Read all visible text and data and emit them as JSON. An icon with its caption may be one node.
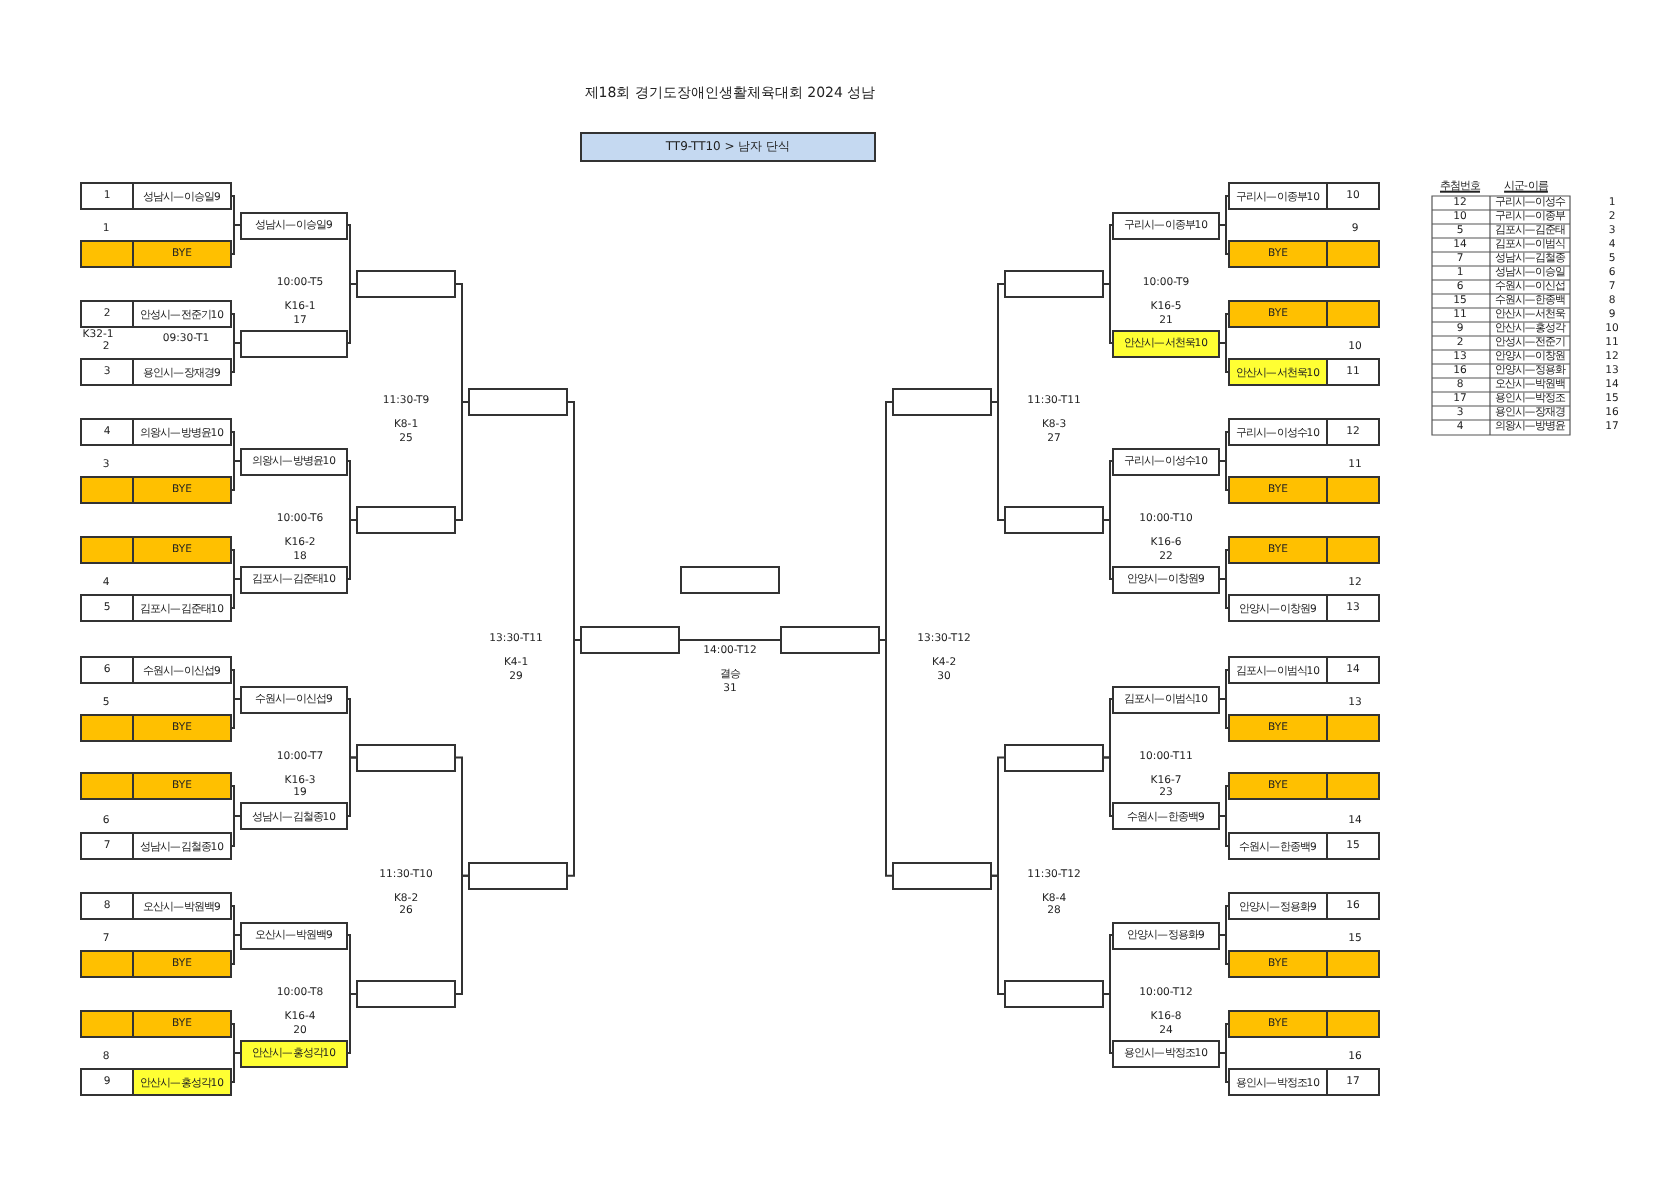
{
  "diagram": {
    "title": "제18회 경기도장애인생활체육대회 2024 성남",
    "nodes": [
      {
        "text": [
          "TT9-TT10 > 남자 단식"
        ]
      },
      {
        "text": [
          "1",
          "성남시—이승일9"
        ]
      },
      {
        "text": [
          "BYE"
        ],
        "beside": [
          "1"
        ]
      },
      {
        "text": [
          "2",
          "안성시—전준기10"
        ]
      },
      {
        "text": [
          "3",
          "용인시—장재경9"
        ],
        "beside": [
          "2"
        ]
      },
      {
        "text": [
          "4",
          "의왕시—방병윤10"
        ]
      },
      {
        "text": [
          "BYE"
        ],
        "beside": [
          "3"
        ]
      },
      {
        "text": [
          "BYE"
        ]
      },
      {
        "text": [
          "5",
          "김포시—김준태10"
        ],
        "beside": [
          "4"
        ]
      },
      {
        "text": [
          "6",
          "수원시—이신섭9"
        ]
      },
      {
        "text": [
          "BYE"
        ],
        "beside": [
          "5"
        ]
      },
      {
        "text": [
          "BYE"
        ]
      },
      {
        "text": [
          "7",
          "성남시—김철종10"
        ],
        "beside": [
          "6"
        ]
      },
      {
        "text": [
          "8",
          "오산시—박원백9"
        ]
      },
      {
        "text": [
          "BYE"
        ],
        "beside": [
          "7"
        ]
      },
      {
        "text": [
          "BYE"
        ]
      },
      {
        "text": [
          "9",
          "안산시—홍성각10"
        ],
        "beside": [
          "8"
        ]
      },
      {
        "text": [
          "성남시—이승일9"
        ]
      },
      {
        "text": [],
        "shape": "box"
      },
      {
        "text": [
          "의왕시—방병윤10"
        ]
      },
      {
        "text": [
          "김포시—김준태10"
        ]
      },
      {
        "text": [
          "수원시—이신섭9"
        ]
      },
      {
        "text": [
          "성남시—김철종10"
        ]
      },
      {
        "text": [
          "오산시—박원백9"
        ]
      },
      {
        "text": [
          "안산시—홍성각10"
        ]
      },
      {
        "text": [],
        "shape": "box"
      },
      {
        "text": [],
        "shape": "box"
      },
      {
        "text": [],
        "shape": "box"
      },
      {
        "text": [],
        "shape": "box"
      },
      {
        "text": [],
        "shape": "box"
      },
      {
        "text": [],
        "shape": "box"
      },
      {
        "text": [],
        "shape": "box"
      },
      {
        "text": [],
        "shape": "box"
      },
      {
        "text": [],
        "shape": "box"
      },
      {
        "text": [],
        "shape": "box"
      },
      {
        "text": [],
        "shape": "box"
      },
      {
        "text": [],
        "shape": "box"
      },
      {
        "text": [],
        "shape": "box"
      },
      {
        "text": [],
        "shape": "box"
      },
      {
        "text": [],
        "shape": "box"
      },
      {
        "text": [
          "구리시—이종부10"
        ]
      },
      {
        "text": [
          "안산시—서천욱10"
        ]
      },
      {
        "text": [
          "구리시—이성수10"
        ]
      },
      {
        "text": [
          "안양시—이창원9"
        ]
      },
      {
        "text": [
          "김포시—이범식10"
        ]
      },
      {
        "text": [
          "수원시—한종백9"
        ]
      },
      {
        "text": [
          "안양시—정용화9"
        ]
      },
      {
        "text": [
          "용인시—박정조10"
        ]
      },
      {
        "text": [
          "구리시—이종부10",
          "10"
        ]
      },
      {
        "text": [
          "BYE"
        ],
        "beside": [
          "9"
        ]
      },
      {
        "text": [
          "BYE"
        ]
      },
      {
        "text": [
          "안산시—서천욱10",
          "11"
        ],
        "beside": [
          "10"
        ]
      },
      {
        "text": [
          "구리시—이성수10",
          "12"
        ]
      },
      {
        "text": [
          "BYE"
        ],
        "beside": [
          "11"
        ]
      },
      {
        "text": [
          "BYE"
        ]
      },
      {
        "text": [
          "안양시—이창원9",
          "13"
        ],
        "beside": [
          "12"
        ]
      },
      {
        "text": [
          "김포시—이범식10",
          "14"
        ]
      },
      {
        "text": [
          "BYE"
        ],
        "beside": [
          "13"
        ]
      },
      {
        "text": [
          "BYE"
        ]
      },
      {
        "text": [
          "수원시—한종백9",
          "15"
        ],
        "beside": [
          "14"
        ]
      },
      {
        "text": [
          "안양시—정용화9",
          "16"
        ]
      },
      {
        "text": [
          "BYE"
        ],
        "beside": [
          "15"
        ]
      },
      {
        "text": [
          "BYE"
        ]
      },
      {
        "text": [
          "용인시—박정조10",
          "17"
        ],
        "beside": [
          "16"
        ]
      }
    ],
    "edges": [
      {
        "from": 1,
        "to": 17,
        "arrow": "none"
      },
      {
        "from": 2,
        "to": 17,
        "arrow": "none"
      },
      {
        "from": 3,
        "to": 18,
        "arrow": "none"
      },
      {
        "from": 4,
        "to": 18,
        "arrow": "none"
      },
      {
        "from": 5,
        "to": 19,
        "arrow": "none"
      },
      {
        "from": 6,
        "to": 19,
        "arrow": "none"
      },
      {
        "from": 7,
        "to": 20,
        "arrow": "none"
      },
      {
        "from": 8,
        "to": 20,
        "arrow": "none"
      },
      {
        "from": 9,
        "to": 21,
        "arrow": "none"
      },
      {
        "from": 10,
        "to": 21,
        "arrow": "none"
      },
      {
        "from": 11,
        "to": 22,
        "arrow": "none"
      },
      {
        "from": 12,
        "to": 22,
        "arrow": "none"
      },
      {
        "from": 13,
        "to": 23,
        "arrow": "none"
      },
      {
        "from": 14,
        "to": 23,
        "arrow": "none"
      },
      {
        "from": 15,
        "to": 24,
        "arrow": "none"
      },
      {
        "from": 16,
        "to": 24,
        "arrow": "none"
      },
      {
        "from": 17,
        "to": 25,
        "arrow": "none"
      },
      {
        "from": 18,
        "to": 25,
        "arrow": "none"
      },
      {
        "from": 19,
        "to": 26,
        "arrow": "none"
      },
      {
        "from": 20,
        "to": 26,
        "arrow": "none"
      },
      {
        "from": 21,
        "to": 27,
        "arrow": "none"
      },
      {
        "from": 22,
        "to": 27,
        "arrow": "none"
      },
      {
        "from": 23,
        "to": 28,
        "arrow": "none"
      },
      {
        "from": 24,
        "to": 28,
        "arrow": "none"
      },
      {
        "from": 25,
        "to": 29,
        "arrow": "none"
      },
      {
        "from": 26,
        "to": 29,
        "arrow": "none"
      },
      {
        "from": 27,
        "to": 30,
        "arrow": "none"
      },
      {
        "from": 28,
        "to": 30,
        "arrow": "none"
      },
      {
        "from": 29,
        "to": 31,
        "arrow": "none"
      },
      {
        "from": 30,
        "to": 31,
        "arrow": "none"
      },
      {
        "from": 31,
        "to": 33,
        "arrow": "none"
      },
      {
        "from": 34,
        "to": 33,
        "arrow": "none"
      },
      {
        "from": 35,
        "to": 33,
        "arrow": "none"
      },
      {
        "from": 36,
        "to": 34,
        "arrow": "none"
      },
      {
        "from": 37,
        "to": 34,
        "arrow": "none"
      },
      {
        "from": 38,
        "to": 35,
        "arrow": "none"
      },
      {
        "from": 39,
        "to": 35,
        "arrow": "none"
      },
      {
        "from": 40,
        "to": 36,
        "arrow": "none"
      },
      {
        "from": 41,
        "to": 36,
        "arrow": "none"
      },
      {
        "from": 42,
        "to": 37,
        "arrow": "none"
      },
      {
        "from": 43,
        "to": 37,
        "arrow": "none"
      },
      {
        "from": 44,
        "to": 38,
        "arrow": "none"
      },
      {
        "from": 45,
        "to": 38,
        "arrow": "none"
      },
      {
        "from": 46,
        "to": 39,
        "arrow": "none"
      },
      {
        "from": 47,
        "to": 39,
        "arrow": "none"
      },
      {
        "from": 48,
        "to": 40,
        "arrow": "none"
      },
      {
        "from": 49,
        "to": 40,
        "arrow": "none"
      },
      {
        "from": 50,
        "to": 41,
        "arrow": "none"
      },
      {
        "from": 51,
        "to": 41,
        "arrow": "none"
      },
      {
        "from": 52,
        "to": 42,
        "arrow": "none"
      },
      {
        "from": 53,
        "to": 42,
        "arrow": "none"
      },
      {
        "from": 54,
        "to": 43,
        "arrow": "none"
      },
      {
        "from": 55,
        "to": 43,
        "arrow": "none"
      },
      {
        "from": 56,
        "to": 44,
        "arrow": "none"
      },
      {
        "from": 57,
        "to": 44,
        "arrow": "none"
      },
      {
        "from": 58,
        "to": 45,
        "arrow": "none"
      },
      {
        "from": 59,
        "to": 45,
        "arrow": "none"
      },
      {
        "from": 60,
        "to": 46,
        "arrow": "none"
      },
      {
        "from": 61,
        "to": 46,
        "arrow": "none"
      },
      {
        "from": 62,
        "to": 47,
        "arrow": "none"
      },
      {
        "from": 63,
        "to": 47,
        "arrow": "none"
      }
    ],
    "labels": [
      "K32-1",
      "09:30-T1",
      "10:00-T5",
      "K16-1",
      "17",
      "10:00-T6",
      "K16-2",
      "18",
      "10:00-T7",
      "K16-3",
      "19",
      "10:00-T8",
      "K16-4",
      "20",
      "11:30-T9",
      "K8-1",
      "25",
      "11:30-T10",
      "K8-2",
      "26",
      "13:30-T11",
      "K4-1",
      "29",
      "14:00-T12",
      "결승",
      "31",
      "13:30-T12",
      "K4-2",
      "30",
      "11:30-T11",
      "K8-3",
      "27",
      "11:30-T12",
      "K8-4",
      "28",
      "10:00-T9",
      "K16-5",
      "21",
      "10:00-T10",
      "K16-6",
      "22",
      "10:00-T11",
      "K16-7",
      "23",
      "10:00-T12",
      "K16-8",
      "24",
      "추첨번호",
      "시군-이름",
      "12",
      "구리시—이성수",
      "1",
      "10",
      "구리시—이종부",
      "2",
      "5",
      "김포시—김준태",
      "3",
      "14",
      "김포시—이범식",
      "4",
      "7",
      "성남시—김철종",
      "5",
      "1",
      "성남시—이승일",
      "6",
      "6",
      "수원시—이신섭",
      "7",
      "15",
      "수원시—한종백",
      "8",
      "11",
      "안산시—서천욱",
      "9",
      "9",
      "안산시—홍성각",
      "10",
      "2",
      "안성시—전준기",
      "11",
      "13",
      "안양시—이창원",
      "12",
      "16",
      "안양시—정용화",
      "13",
      "8",
      "오산시—박원백",
      "14",
      "17",
      "용인시—박정조",
      "15",
      "3",
      "용인시—장재경",
      "16",
      "4",
      "의왕시—방병윤",
      "17"
    ]
  }
}
